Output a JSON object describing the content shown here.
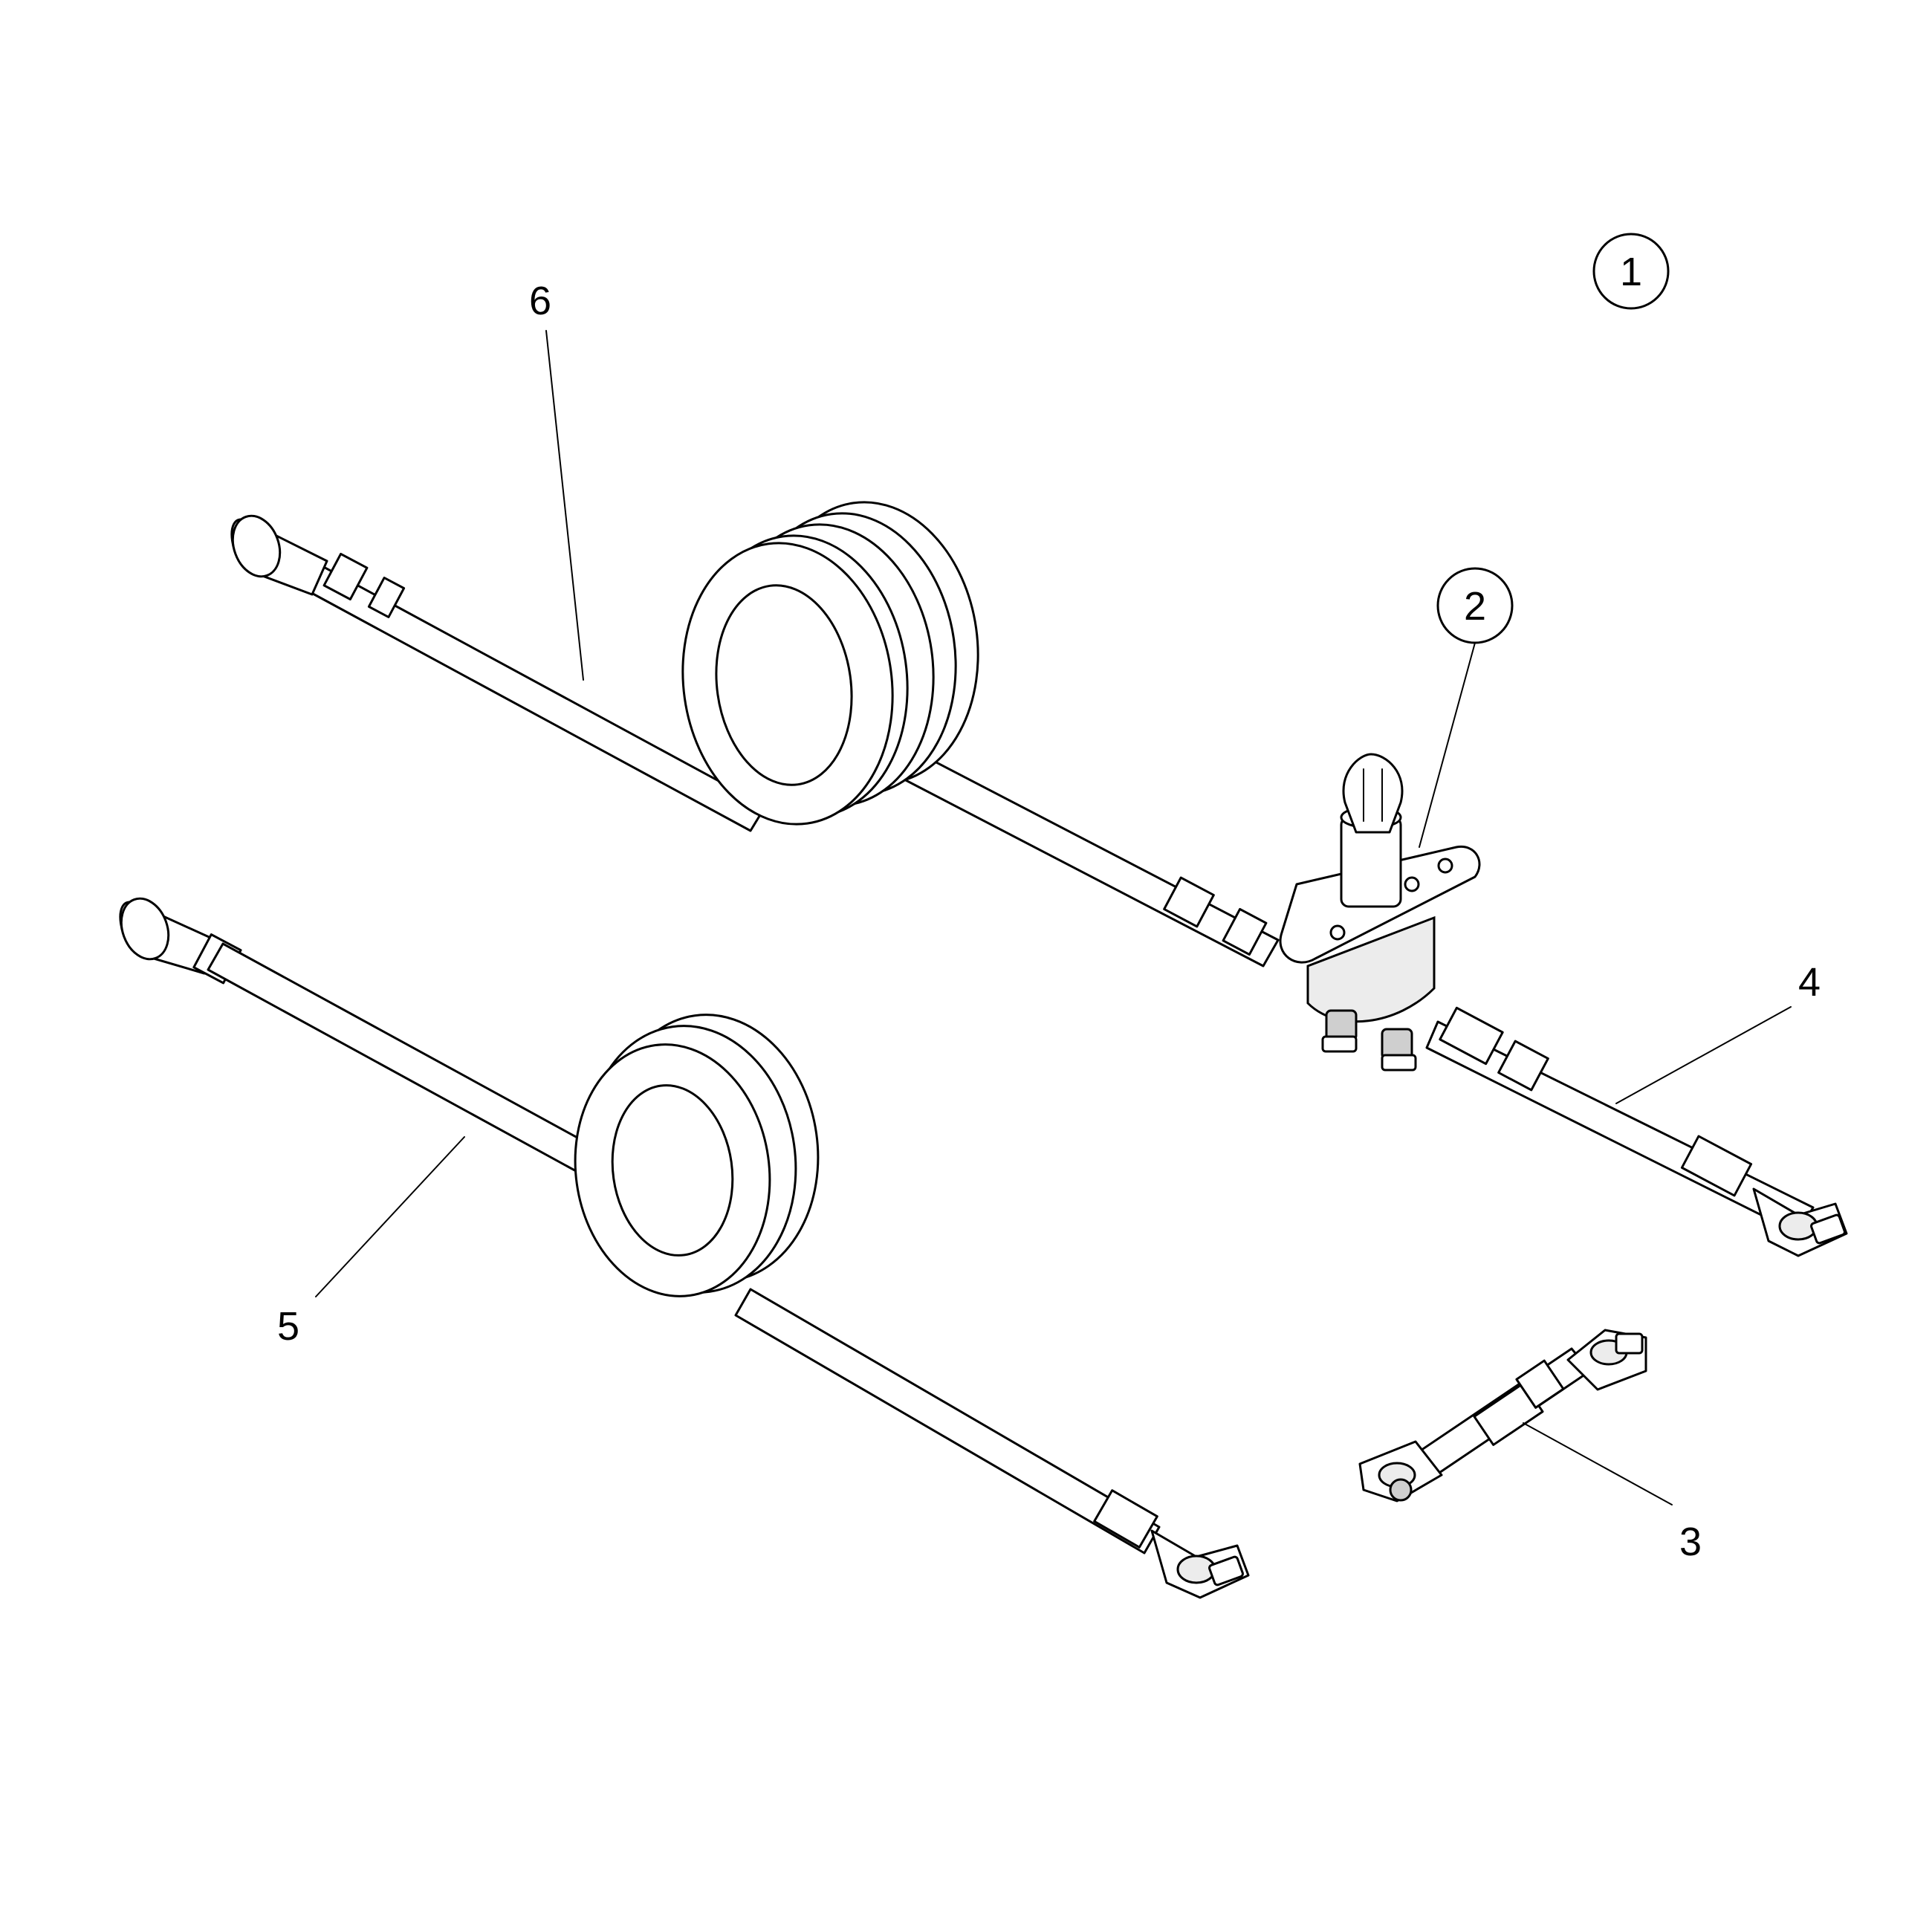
{
  "diagram": {
    "callouts": [
      {
        "id": "1",
        "label": "1",
        "circled": true
      },
      {
        "id": "2",
        "label": "2",
        "circled": true
      },
      {
        "id": "3",
        "label": "3",
        "circled": false
      },
      {
        "id": "4",
        "label": "4",
        "circled": false
      },
      {
        "id": "5",
        "label": "5",
        "circled": false
      },
      {
        "id": "6",
        "label": "6",
        "circled": false
      }
    ],
    "parts": [
      {
        "ref": "2",
        "icon": "battery-disconnect-switch-icon"
      },
      {
        "ref": "3",
        "icon": "battery-jumper-cable-icon"
      },
      {
        "ref": "4",
        "icon": "switch-to-battery-cable-icon"
      },
      {
        "ref": "5",
        "icon": "coiled-battery-cable-icon"
      },
      {
        "ref": "6",
        "icon": "coiled-switch-cable-icon"
      }
    ]
  }
}
